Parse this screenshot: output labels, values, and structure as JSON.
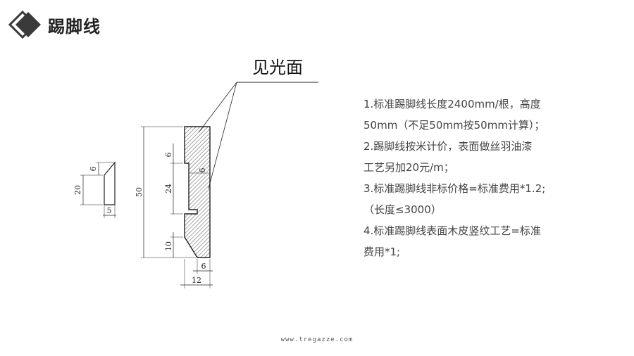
{
  "header": {
    "title": "踢脚线",
    "logo_icon": "diamond-logo-icon"
  },
  "drawing": {
    "callout_label": "见光面",
    "small_profile": {
      "dims": {
        "height": "20",
        "bevel": "6",
        "width": "5"
      }
    },
    "large_profile": {
      "dims": {
        "total_height": "50",
        "top_gap": "6",
        "groove_depth": "6",
        "groove_height": "24",
        "bottom_chamfer": "10",
        "bottom_width": "6",
        "total_width": "12"
      }
    }
  },
  "notes": [
    "1.标准踢脚线长度2400mm/根，高度",
    "50mm（不足50mm按50mm计算）；",
    "2.踢脚线按米计价，表面做丝羽油漆",
    "工艺另加20元/m；",
    "3.标准踢脚线非标价格=标准费用*1.2;",
    "（长度≤3000）",
    "4.标准踢脚线表面木皮竖纹工艺=标准",
    "费用*1;"
  ],
  "footer": {
    "text": "www.tregazze.com"
  },
  "colors": {
    "logo_dark": "#3a3a3a",
    "line": "#222222"
  }
}
